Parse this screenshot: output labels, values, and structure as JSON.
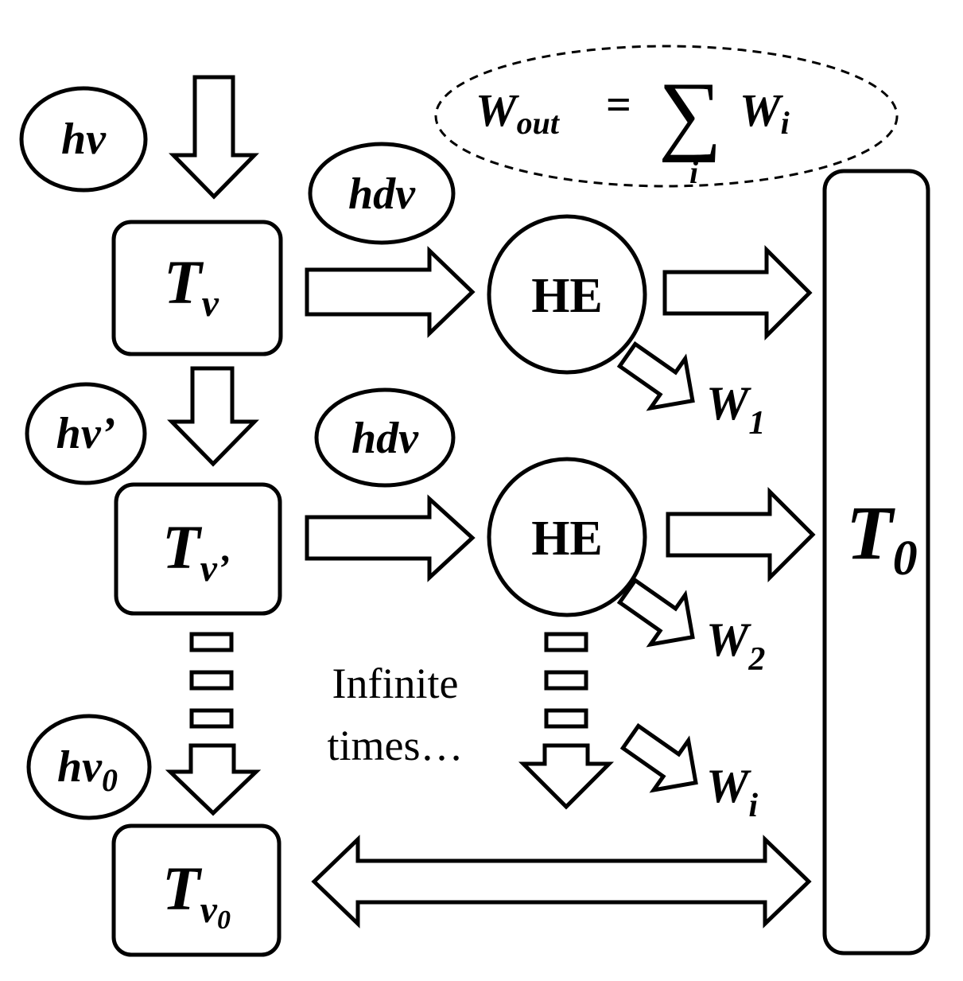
{
  "formula": {
    "lhs_base": "W",
    "lhs_sub": "out",
    "equals": "=",
    "sigma": "∑",
    "sigma_index": "i",
    "rhs_base": "W",
    "rhs_sub": "i"
  },
  "labels": {
    "hv": "hv",
    "hv_prime": "hv’",
    "hv0_base": "hv",
    "hv0_sub": "0",
    "hdv_1": "hdv",
    "hdv_2": "hdv"
  },
  "boxes": {
    "tv_base": "T",
    "tv_sub": "v",
    "tvp_base": "T",
    "tvp_sub": "v’",
    "tv0_base": "T",
    "tv0_sub": "v",
    "tv0_subsub": "0",
    "t0_base": "T",
    "t0_sub": "0"
  },
  "engines": {
    "he_1": "HE",
    "he_2": "HE"
  },
  "work": {
    "w1_base": "W",
    "w1_sub": "1",
    "w2_base": "W",
    "w2_sub": "2",
    "wi_base": "W",
    "wi_sub": "i"
  },
  "note": {
    "line1": "Infinite",
    "line2": "times…"
  }
}
